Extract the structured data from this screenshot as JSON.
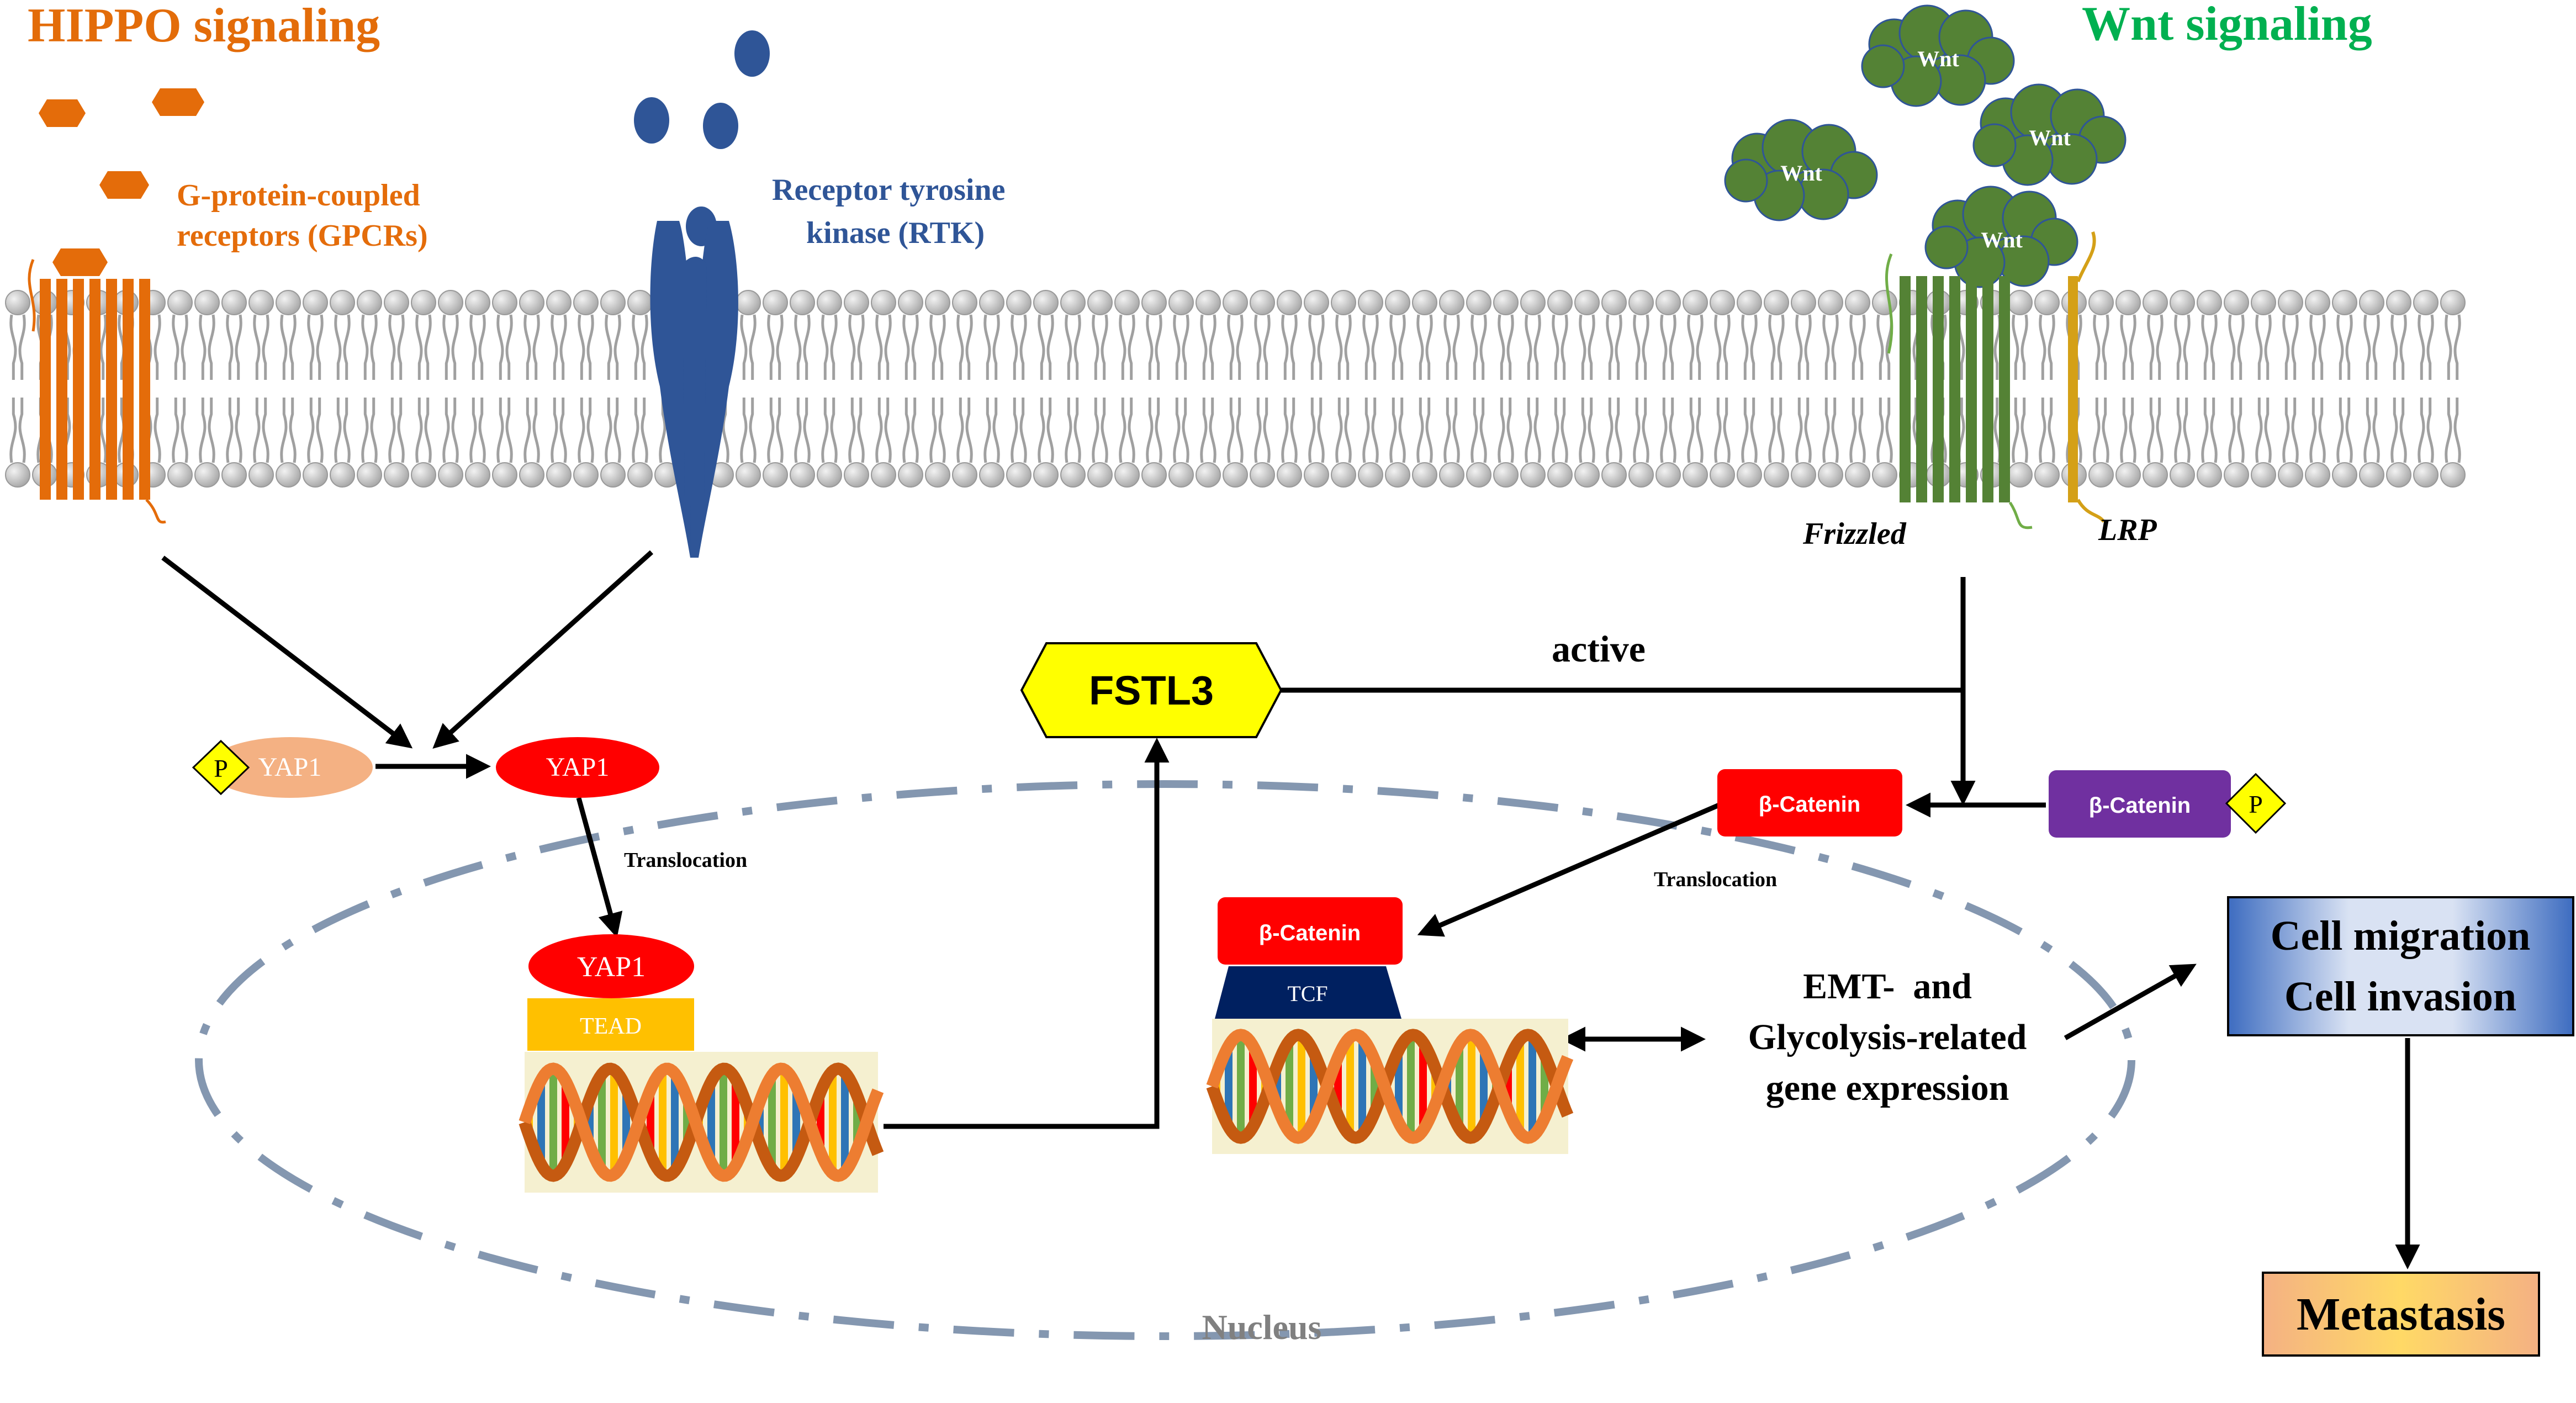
{
  "titles": {
    "hippo": "HIPPO signaling",
    "wnt": "Wnt signaling"
  },
  "receptors": {
    "gpcr_line1": "G-protein-coupled",
    "gpcr_line2": "receptors (GPCRs)",
    "rtk_line1": "Receptor tyrosine",
    "rtk_line2": "kinase (RTK)",
    "frizzled": "Frizzled",
    "lrp": "LRP"
  },
  "ligands": {
    "wnt": [
      "Wnt",
      "Wnt",
      "Wnt",
      "Wnt"
    ]
  },
  "nodes": {
    "phospho": "P",
    "yap1_p": "YAP1",
    "yap1": "YAP1",
    "yap1_nuc": "YAP1",
    "tead": "TEAD",
    "fstl3": "FSTL3",
    "bcat": "β-Catenin",
    "bcat_p": "β-Catenin",
    "bcat_nuc": "β-Catenin",
    "tcf": "TCF",
    "nucleus": "Nucleus"
  },
  "labels": {
    "active": "active",
    "translocation_yap": "Translocation",
    "translocation_bcat": "Translocation",
    "gene_line1": "EMT-  and",
    "gene_line2": "Glycolysis-related",
    "gene_line3": "gene expression"
  },
  "outcomes": {
    "cell_migration": "Cell migration",
    "cell_invasion": "Cell invasion",
    "metastasis": "Metastasis"
  },
  "colors": {
    "hippo": "#E36C09",
    "wnt": "#00B050",
    "rtk": "#2F5597",
    "gpcr": "#E46C0A",
    "frizzled": "#548235",
    "lrp": "#D4A017",
    "yap1_p": "#F4B183",
    "yap1": "#FF0000",
    "tead": "#FFC000",
    "fstl3": "#FFFF00",
    "bcat": "#FF0000",
    "bcat_p": "#7030A0",
    "tcf": "#002060",
    "wnt_cloud": "#548235",
    "nucleus_border": "#8497B0",
    "nucleus_label": "#808080"
  }
}
